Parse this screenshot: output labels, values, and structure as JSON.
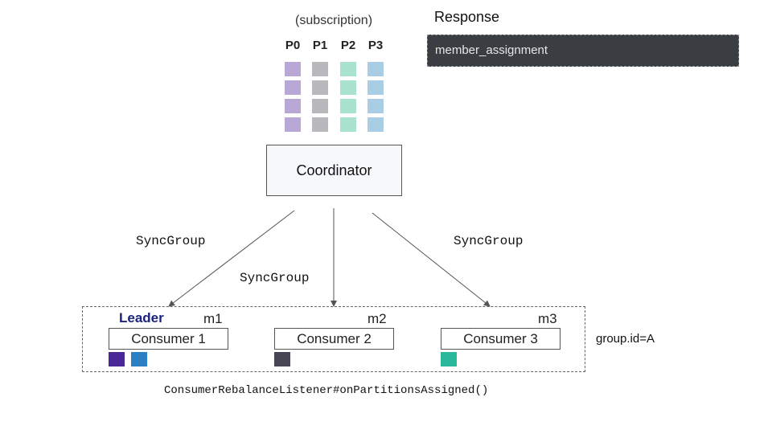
{
  "subscription_label": "(subscription)",
  "partitions": [
    {
      "label": "P0",
      "color": "#b9a8d6"
    },
    {
      "label": "P1",
      "color": "#b9b9bd"
    },
    {
      "label": "P2",
      "color": "#a9e2cf"
    },
    {
      "label": "P3",
      "color": "#aacde6"
    }
  ],
  "response": {
    "title": "Response",
    "field": "member_assignment"
  },
  "coordinator": "Coordinator",
  "sync_label": "SyncGroup",
  "group": {
    "id_label": "group.id=A",
    "leader_label": "Leader",
    "consumers": [
      {
        "name": "Consumer 1",
        "member": "m1",
        "assigned_colors": [
          "#4a2796",
          "#2b7fc4"
        ]
      },
      {
        "name": "Consumer 2",
        "member": "m2",
        "assigned_colors": [
          "#454554"
        ]
      },
      {
        "name": "Consumer 3",
        "member": "m3",
        "assigned_colors": [
          "#2bb89a"
        ]
      }
    ]
  },
  "listener_label": "ConsumerRebalanceListener#onPartitionsAssigned()"
}
